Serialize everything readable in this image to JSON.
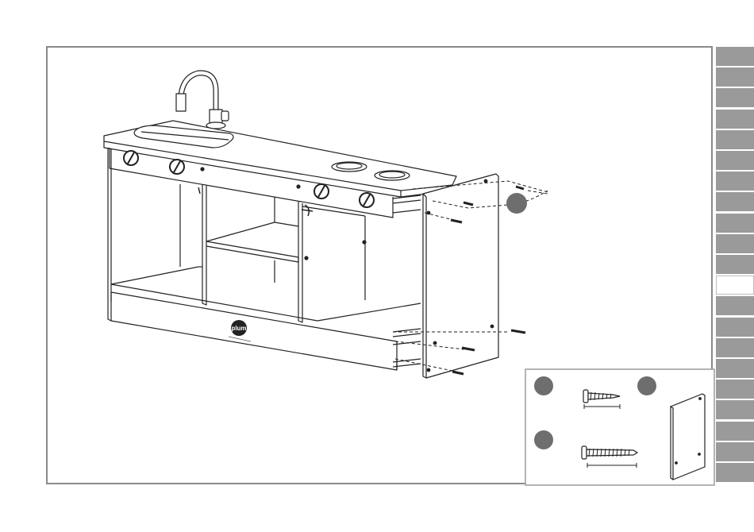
{
  "logo": {
    "brand": "plum",
    "tagline": ""
  },
  "sidebar": {
    "tab_count": 21,
    "active_index": 11
  },
  "colors": {
    "tab_gray": "#9a9a9a",
    "marker_gray": "#6e6e6e",
    "line": "#222222",
    "frame": "#8a8a8a"
  },
  "icons": [
    "faucet-icon",
    "knob-icon",
    "screw-icon",
    "panel-icon"
  ]
}
